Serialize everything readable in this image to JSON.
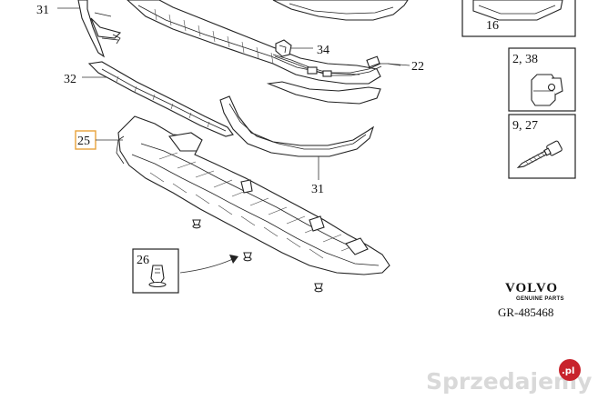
{
  "callouts": {
    "c31_top": "31",
    "c34": "34",
    "c22": "22",
    "c32": "32",
    "c25": "25",
    "c31_bottom": "31",
    "c26": "26",
    "c16": "16",
    "c2_38": "2, 38",
    "c9_27": "9, 27"
  },
  "brand": {
    "name": "VOLVO",
    "tagline": "GENUINE PARTS",
    "diagram_code": "GR-485468"
  },
  "watermark": {
    "text": "Sprzedajemy",
    "badge": ".pl"
  },
  "colors": {
    "line": "#222222",
    "highlight": "#e8a33a",
    "watermark": "#d9d9d9",
    "badge": "#c8232c"
  }
}
